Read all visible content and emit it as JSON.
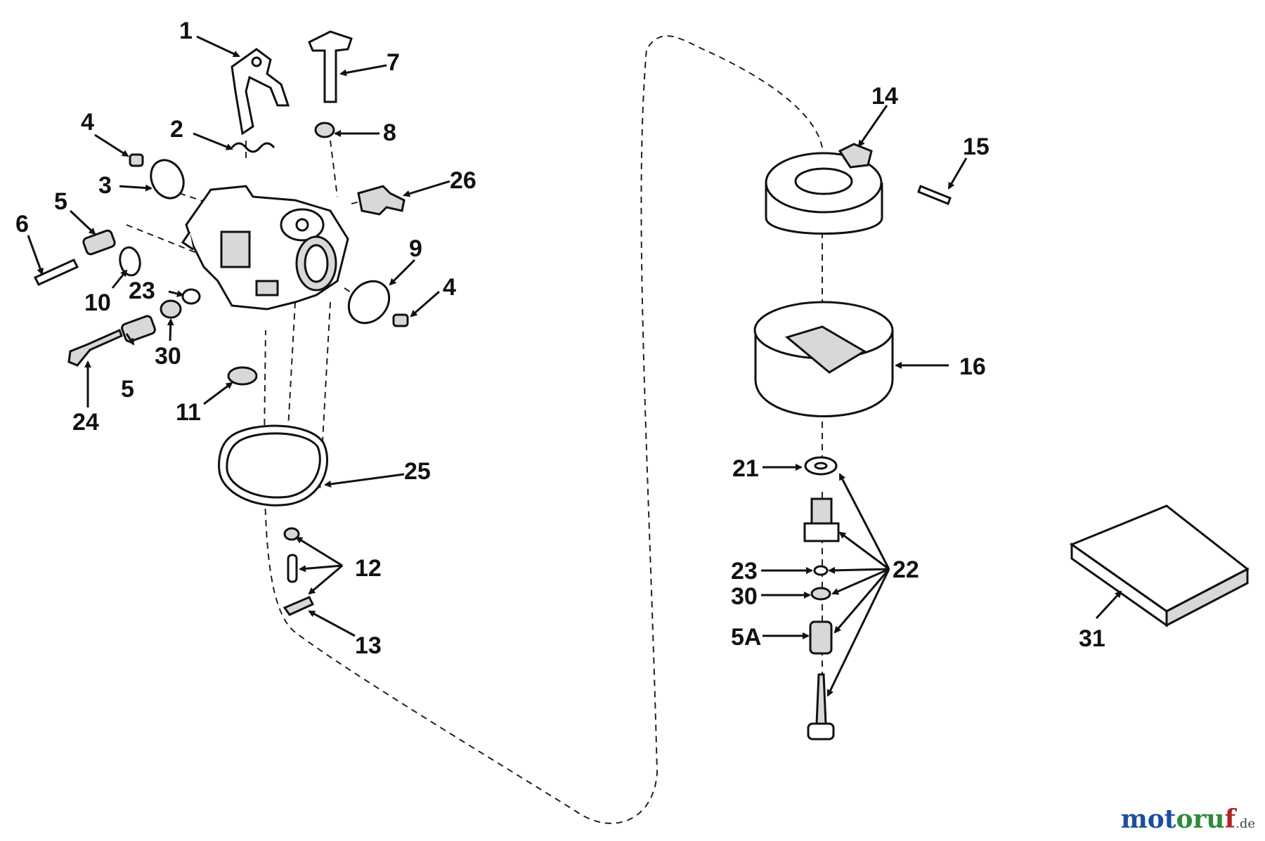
{
  "callouts": {
    "c1": "1",
    "c2": "2",
    "c3": "3",
    "c4a": "4",
    "c4b": "4",
    "c5a": "5",
    "c5b": "5",
    "c6": "6",
    "c7": "7",
    "c8": "8",
    "c9": "9",
    "c10": "10",
    "c11": "11",
    "c12": "12",
    "c13": "13",
    "c14": "14",
    "c15": "15",
    "c16": "16",
    "c21": "21",
    "c22": "22",
    "c23a": "23",
    "c23b": "23",
    "c24": "24",
    "c25": "25",
    "c26": "26",
    "c30a": "30",
    "c30b": "30",
    "c5A": "5A",
    "c31": "31"
  },
  "watermark": {
    "part1": "mot",
    "part2": "oru",
    "part3": "f",
    "suffix": ".de"
  }
}
